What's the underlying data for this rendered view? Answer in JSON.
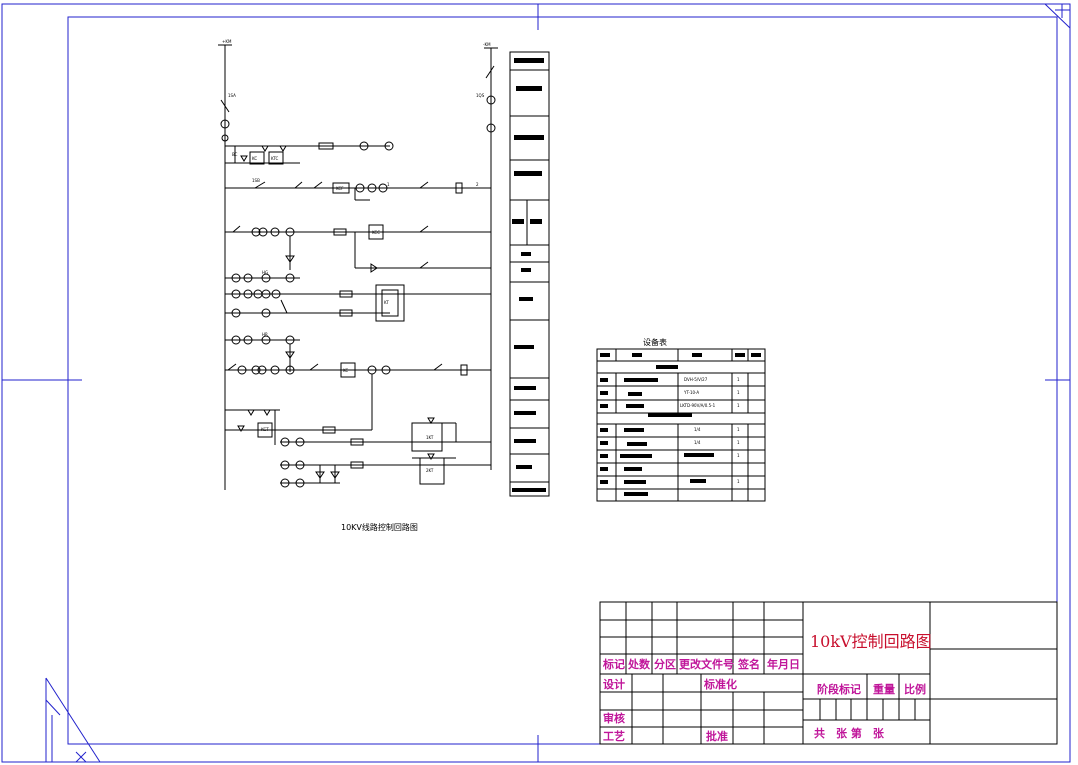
{
  "diagram": {
    "caption": "10KV线路控制回路图",
    "small_labels": {
      "bus1": "+KM",
      "bus2": "-KM",
      "sw1": "1SA",
      "sw2": "1QS",
      "s_bc": "BC",
      "s_kc": "KC",
      "s_ktc": "KTC",
      "s_kcf": "KCF",
      "s_1sb": "1SB",
      "s_hg": "HG",
      "s_hr": "HR",
      "s_kt": "KT",
      "s_kc2": "KC",
      "s_1kt": "1KT",
      "s_2kt": "2KT",
      "s_kcc": "KCC",
      "s_kct": "KCT",
      "s_1": "1",
      "s_2": "2"
    }
  },
  "equipment_table": {
    "title": "设备表",
    "sample_cells": {
      "c1": "DVH-5/V/27",
      "c2": "YT-10-A",
      "c3": "LKTD-90V/A/0.5-1",
      "c4": "1/4",
      "c5": "1/4",
      "q1": "1",
      "q2": "1",
      "q3": "1",
      "q4": "1",
      "q5": "1",
      "q6": "1",
      "q7": "1"
    }
  },
  "title_block": {
    "drawing_title": "10kV控制回路图",
    "headers": [
      "标记",
      "处数",
      "分区",
      "更改文件号",
      "签名",
      "年月日"
    ],
    "design": "设计",
    "standardize": "标准化",
    "stage_mark": "阶段标记",
    "weight": "重量",
    "scale": "比例",
    "review": "审核",
    "process": "工艺",
    "approve": "批准",
    "sheets": "共　张 第　张"
  },
  "colors": {
    "frame": "#2222cc",
    "lines": "#000000",
    "magenta": "#c0169a",
    "title_red": "#c8102e"
  }
}
